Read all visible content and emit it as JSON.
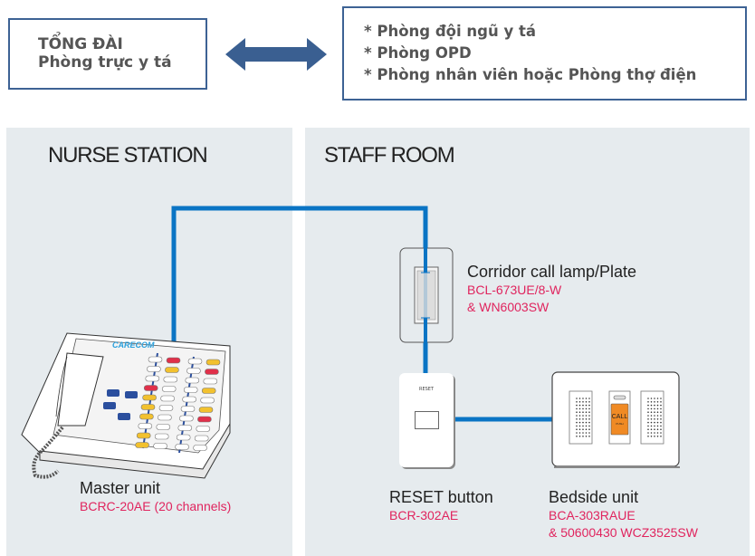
{
  "top": {
    "left_box": {
      "line1": "TỔNG ĐÀI",
      "line2": "Phòng trực y tá"
    },
    "arrow_icon": "double-arrow-icon",
    "right_box": {
      "lines": [
        "* Phòng đội ngũ y tá",
        "* Phòng OPD",
        "* Phòng nhân viên hoặc Phòng thợ điện"
      ]
    }
  },
  "panels": {
    "nurse_station": {
      "title": "NURSE STATION"
    },
    "staff_room": {
      "title": "STAFF ROOM"
    }
  },
  "devices": {
    "master_unit": {
      "name": "Master unit",
      "model": "BCRC-20AE (20 channels)",
      "brand": "CARECOM"
    },
    "corridor_lamp": {
      "name": "Corridor call lamp/Plate",
      "model_line1": "BCL-673UE/8-W",
      "model_line2": "& WN6003SW"
    },
    "reset_button": {
      "name": "RESET button",
      "model": "BCR-302AE",
      "button_text": "RESET"
    },
    "bedside_unit": {
      "name": "Bedside unit",
      "model_line1": "BCA-303RAUE",
      "model_line2": "& 50600430 WCZ3525SW",
      "call_text": "CALL",
      "push_text": "PUSH"
    }
  },
  "colors": {
    "wire": "#0a74c4",
    "box_border": "#3d6294",
    "arrow": "#3a5f91",
    "model_text": "#e0245e",
    "panel_bg": "#e6ebee",
    "call_button": "#f08a24"
  }
}
